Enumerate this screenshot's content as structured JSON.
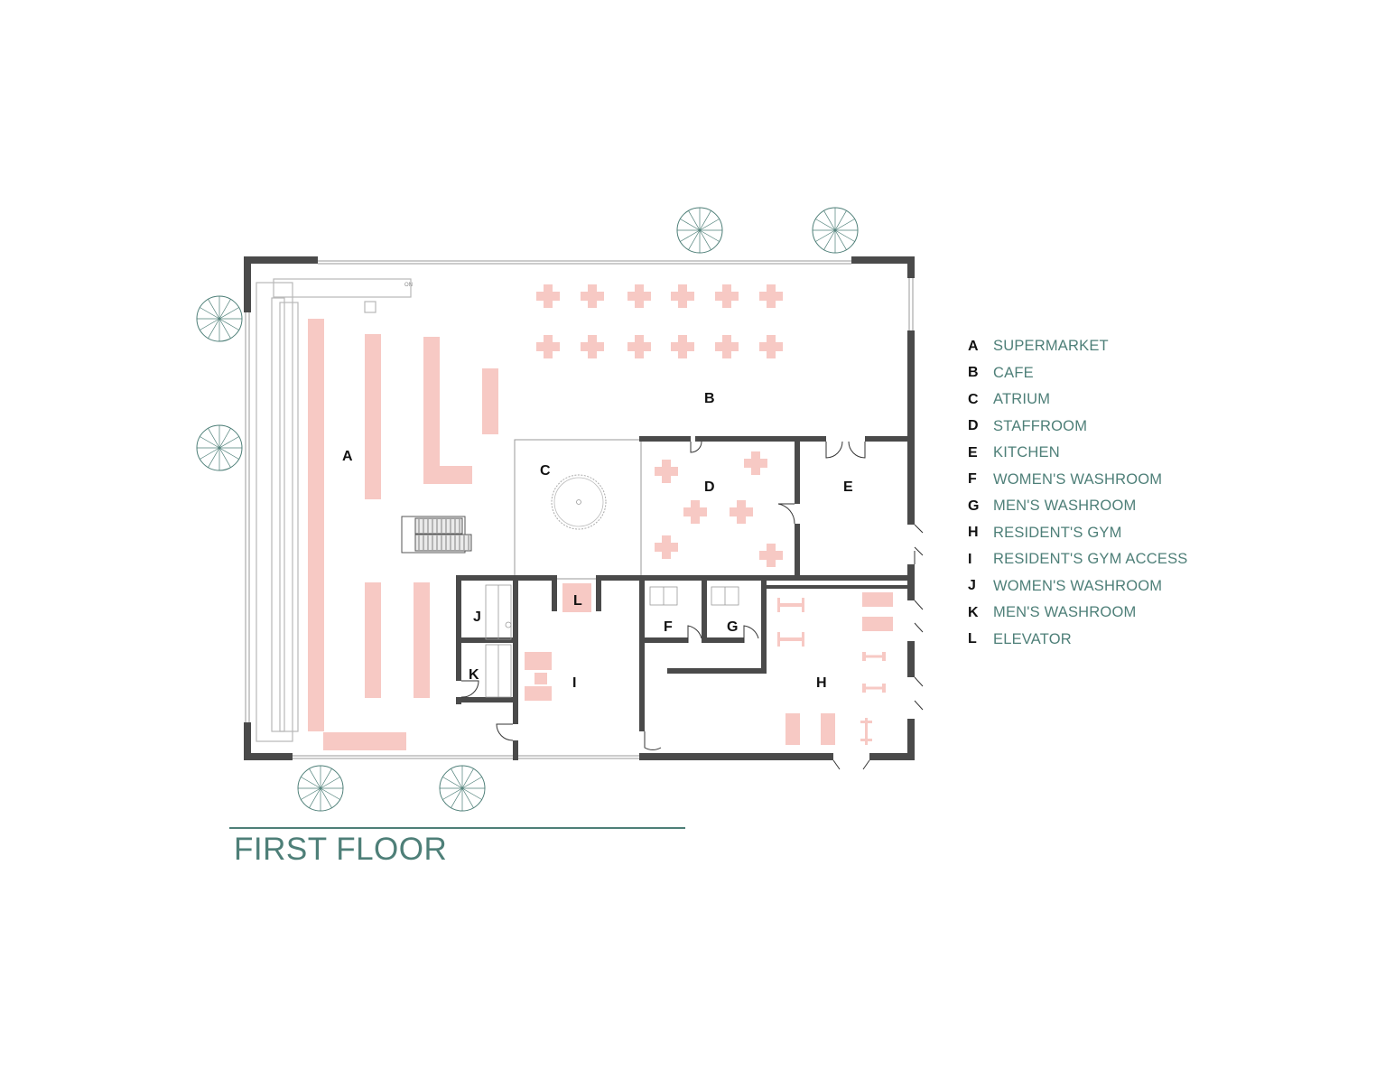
{
  "title": "FIRST FLOOR",
  "colors": {
    "wall": "#4a4a4a",
    "furniture": "#f7c9c4",
    "accent": "#4e7f78",
    "text": "#111111",
    "line": "#9a9a9a"
  },
  "icons": {
    "tree": "tree-plan-icon",
    "stair": "stair-icon",
    "door": "door-swing-icon"
  },
  "labels": {
    "A": "A",
    "B": "B",
    "C": "C",
    "D": "D",
    "E": "E",
    "F": "F",
    "G": "G",
    "H": "H",
    "I": "I",
    "J": "J",
    "K": "K",
    "L": "L"
  },
  "legend": [
    {
      "letter": "A",
      "name": "SUPERMARKET"
    },
    {
      "letter": "B",
      "name": "CAFE"
    },
    {
      "letter": "C",
      "name": "ATRIUM"
    },
    {
      "letter": "D",
      "name": "STAFFROOM"
    },
    {
      "letter": "E",
      "name": "KITCHEN"
    },
    {
      "letter": "F",
      "name": "WOMEN'S WASHROOM"
    },
    {
      "letter": "G",
      "name": "MEN'S WASHROOM"
    },
    {
      "letter": "H",
      "name": "RESIDENT'S GYM"
    },
    {
      "letter": "I",
      "name": "RESIDENT'S GYM ACCESS"
    },
    {
      "letter": "J",
      "name": "WOMEN'S WASHROOM"
    },
    {
      "letter": "K",
      "name": "MEN'S WASHROOM"
    },
    {
      "letter": "L",
      "name": "ELEVATOR"
    }
  ]
}
